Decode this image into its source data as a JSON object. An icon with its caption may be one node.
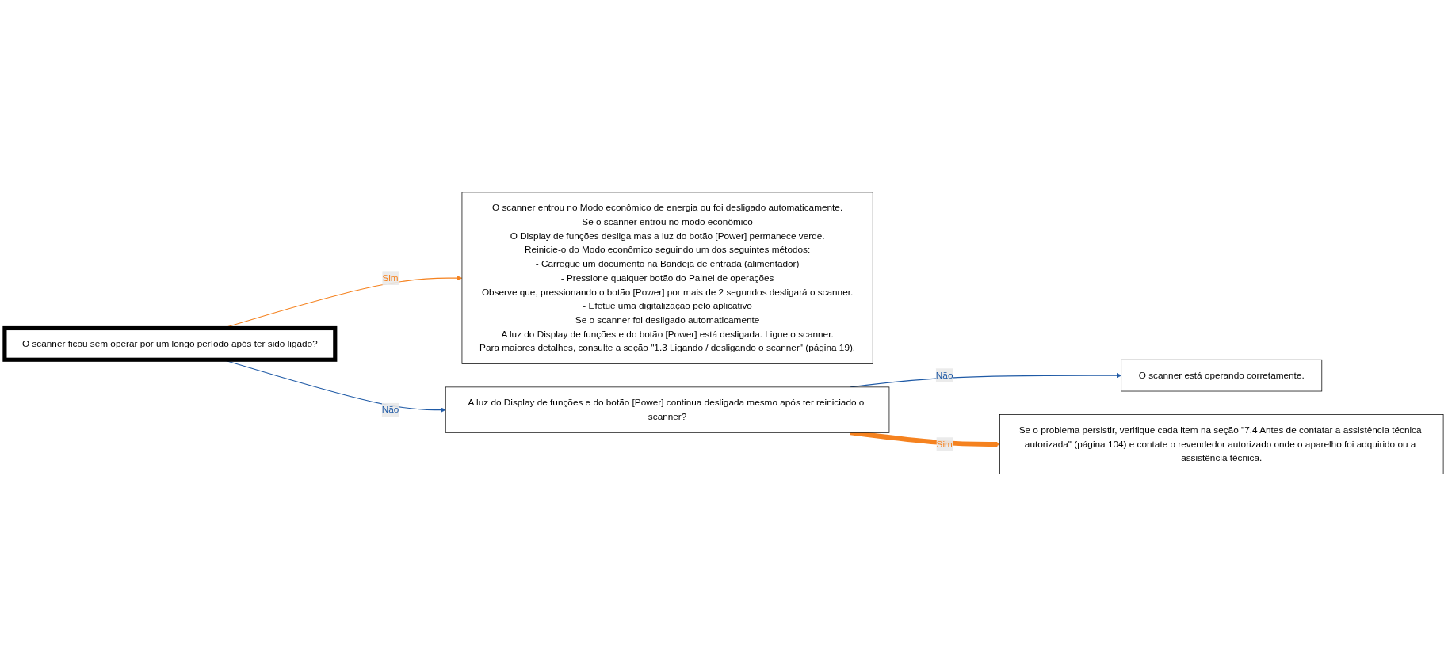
{
  "diagram": {
    "nodes": [
      {
        "text": [
          "O scanner ficou sem operar por um longo período após ter sido ligado?"
        ]
      },
      {
        "text": [
          "O scanner entrou no Modo econômico de energia ou foi desligado automaticamente.",
          "Se o scanner entrou no modo econômico",
          "O Display de funções desliga mas a luz do botão [Power] permanece verde.",
          "Reinicie-o do Modo econômico seguindo um dos seguintes métodos:",
          "- Carregue um documento na Bandeja de entrada (alimentador)",
          "- Pressione qualquer botão do Painel de operações",
          "Observe que, pressionando o botão [Power] por mais de 2 segundos desligará o scanner.",
          "- Efetue uma digitalização pelo aplicativo",
          "Se o scanner foi desligado automaticamente",
          "A luz do Display de funções e do botão [Power] está desligada. Ligue o scanner.",
          "Para maiores detalhes, consulte a seção \"1.3 Ligando / desligando o scanner\" (página 19)."
        ]
      },
      {
        "text": [
          "A luz do Display de funções e do botão [Power] continua desligada mesmo após ter reiniciado o scanner?"
        ]
      },
      {
        "text": [
          "O scanner está operando corretamente."
        ]
      },
      {
        "text": [
          "Se o problema persistir, verifique cada item na seção \"7.4 Antes de contatar a assistência técnica autorizada\" (página 104) e contate o revendedor autorizado onde o aparelho foi adquirido ou a assistência técnica."
        ]
      }
    ],
    "edges": [
      {
        "from": 0,
        "to": 1,
        "arrow": "to",
        "label": "Sim",
        "color": "#f5821f"
      },
      {
        "from": 0,
        "to": 2,
        "arrow": "to",
        "label": "Não",
        "color": "#1f5aa6"
      },
      {
        "from": 2,
        "to": 3,
        "arrow": "to",
        "label": "Não",
        "color": "#1f5aa6"
      },
      {
        "from": 2,
        "to": 4,
        "arrow": "to",
        "label": "Sim",
        "color": "#f5821f",
        "style": "thick"
      }
    ]
  }
}
